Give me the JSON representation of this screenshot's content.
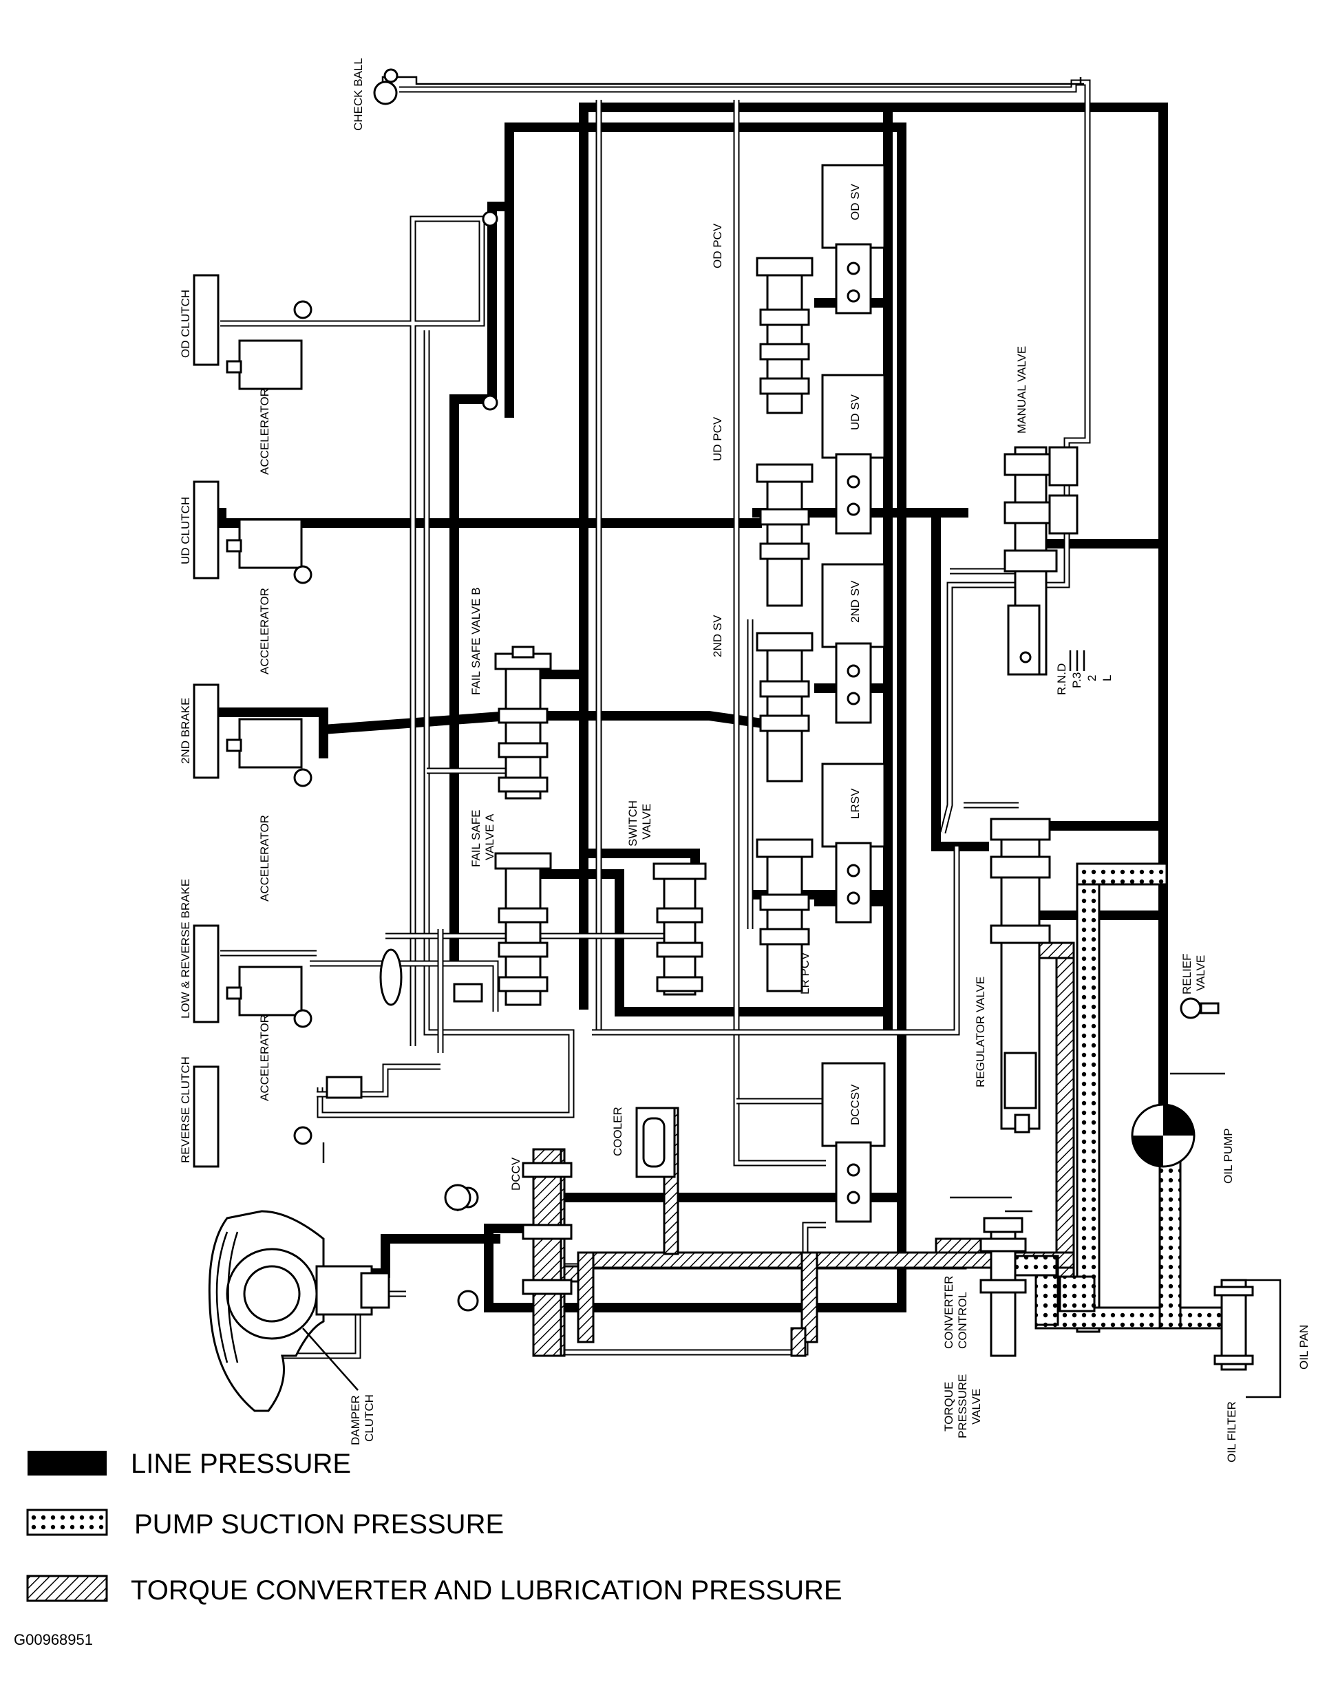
{
  "labels": {
    "check_ball": "CHECK BALL",
    "od_clutch": "OD CLUTCH",
    "accelerator": "ACCELERATOR",
    "ud_clutch": "UD CLUTCH",
    "second_brake": "2ND BRAKE",
    "low_reverse_brake": "LOW & REVERSE BRAKE",
    "reverse_clutch": "REVERSE CLUTCH",
    "fail_safe_valve_b": "FAIL SAFE VALVE B",
    "fail_safe_valve_a_1": "FAIL SAFE",
    "fail_safe_valve_a_2": "VALVE A",
    "switch_valve_1": "SWITCH",
    "switch_valve_2": "VALVE",
    "od_pcv": "OD PCV",
    "ud_pcv": "UD PCV",
    "second_sv_left": "2ND SV",
    "lr_pcv": "LR PCV",
    "od_sv": "OD SV",
    "ud_sv": "UD SV",
    "second_sv_box": "2ND SV",
    "lrsv": "LRSV",
    "dccsv": "DCCSV",
    "manual_valve": "MANUAL VALVE",
    "range_rnd": "R.N.D",
    "range_p3": "P.3",
    "range_2": "2",
    "range_l": "L",
    "relief_valve_1": "RELIEF",
    "relief_valve_2": "VALVE",
    "regulator_valve": "REGULATOR VALVE",
    "oil_pump": "OIL PUMP",
    "cooler": "COOLER",
    "dccv": "DCCV",
    "damper_clutch_1": "DAMPER",
    "damper_clutch_2": "CLUTCH",
    "converter_control_1": "CONVERTER",
    "converter_control_2": "CONTROL",
    "torque_pressure_valve_1": "TORQUE",
    "torque_pressure_valve_2": "PRESSURE",
    "torque_pressure_valve_3": "VALVE",
    "oil_filter": "OIL FILTER",
    "oil_pan": "OIL PAN"
  },
  "legend": [
    {
      "key": "line",
      "text": "LINE PRESSURE"
    },
    {
      "key": "suction",
      "text": "PUMP SUCTION PRESSURE"
    },
    {
      "key": "converter",
      "text": "TORQUE CONVERTER AND LUBRICATION PRESSURE"
    }
  ],
  "figure_code": "G00968951"
}
